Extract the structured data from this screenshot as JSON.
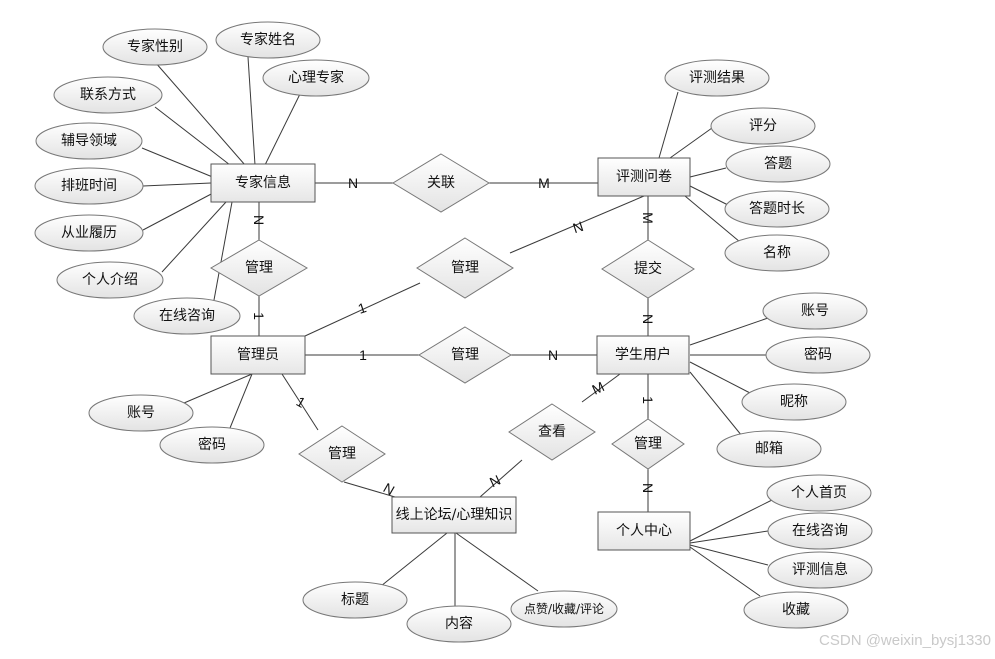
{
  "diagram": {
    "entities": [
      {
        "id": "expert",
        "label": "专家信息"
      },
      {
        "id": "questionnaire",
        "label": "评测问卷"
      },
      {
        "id": "admin",
        "label": "管理员"
      },
      {
        "id": "student",
        "label": "学生用户"
      },
      {
        "id": "forum",
        "label": "线上论坛/心理知识"
      },
      {
        "id": "center",
        "label": "个人中心"
      }
    ],
    "relationships": [
      {
        "id": "rel-link",
        "label": "关联"
      },
      {
        "id": "rel-manage-expert",
        "label": "管理"
      },
      {
        "id": "rel-manage-questionnaire",
        "label": "管理"
      },
      {
        "id": "rel-submit",
        "label": "提交"
      },
      {
        "id": "rel-manage-student",
        "label": "管理"
      },
      {
        "id": "rel-view",
        "label": "查看"
      },
      {
        "id": "rel-manage-forum",
        "label": "管理"
      },
      {
        "id": "rel-manage-center",
        "label": "管理"
      }
    ],
    "attributes": [
      {
        "id": "a-exp-gender",
        "label": "专家性别"
      },
      {
        "id": "a-exp-name",
        "label": "专家姓名"
      },
      {
        "id": "a-exp-psych",
        "label": "心理专家"
      },
      {
        "id": "a-exp-contact",
        "label": "联系方式"
      },
      {
        "id": "a-exp-field",
        "label": "辅导领域"
      },
      {
        "id": "a-exp-schedule",
        "label": "排班时间"
      },
      {
        "id": "a-exp-career",
        "label": "从业履历"
      },
      {
        "id": "a-exp-intro",
        "label": "个人介绍"
      },
      {
        "id": "a-exp-online",
        "label": "在线咨询"
      },
      {
        "id": "a-q-result",
        "label": "评测结果"
      },
      {
        "id": "a-q-score",
        "label": "评分"
      },
      {
        "id": "a-q-answer",
        "label": "答题"
      },
      {
        "id": "a-q-duration",
        "label": "答题时长"
      },
      {
        "id": "a-q-name",
        "label": "名称"
      },
      {
        "id": "a-stu-account",
        "label": "账号"
      },
      {
        "id": "a-stu-password",
        "label": "密码"
      },
      {
        "id": "a-stu-nickname",
        "label": "昵称"
      },
      {
        "id": "a-stu-email",
        "label": "邮箱"
      },
      {
        "id": "a-adm-account",
        "label": "账号"
      },
      {
        "id": "a-adm-password",
        "label": "密码"
      },
      {
        "id": "a-forum-title",
        "label": "标题"
      },
      {
        "id": "a-forum-content",
        "label": "内容"
      },
      {
        "id": "a-forum-actions",
        "label": "点赞/收藏/评论"
      },
      {
        "id": "a-c-home",
        "label": "个人首页"
      },
      {
        "id": "a-c-consult",
        "label": "在线咨询"
      },
      {
        "id": "a-c-eval",
        "label": "评测信息"
      },
      {
        "id": "a-c-fav",
        "label": "收藏"
      }
    ],
    "cardinalities": [
      {
        "id": "c-expert-link",
        "label": "N"
      },
      {
        "id": "c-q-link",
        "label": "M"
      },
      {
        "id": "c-expert-manage",
        "label": "N"
      },
      {
        "id": "c-admin-manage-expert",
        "label": "1"
      },
      {
        "id": "c-admin-manage-q",
        "label": "1"
      },
      {
        "id": "c-q-manage",
        "label": "N"
      },
      {
        "id": "c-q-submit",
        "label": "M"
      },
      {
        "id": "c-stu-submit",
        "label": "N"
      },
      {
        "id": "c-admin-manage-stu",
        "label": "1"
      },
      {
        "id": "c-stu-manage",
        "label": "N"
      },
      {
        "id": "c-stu-view",
        "label": "M"
      },
      {
        "id": "c-forum-view",
        "label": "N"
      },
      {
        "id": "c-admin-manage-forum",
        "label": "1"
      },
      {
        "id": "c-forum-manage",
        "label": "N"
      },
      {
        "id": "c-stu-center",
        "label": "1"
      },
      {
        "id": "c-center-manage",
        "label": "N"
      }
    ]
  },
  "watermark": "CSDN @weixin_bysj1330"
}
